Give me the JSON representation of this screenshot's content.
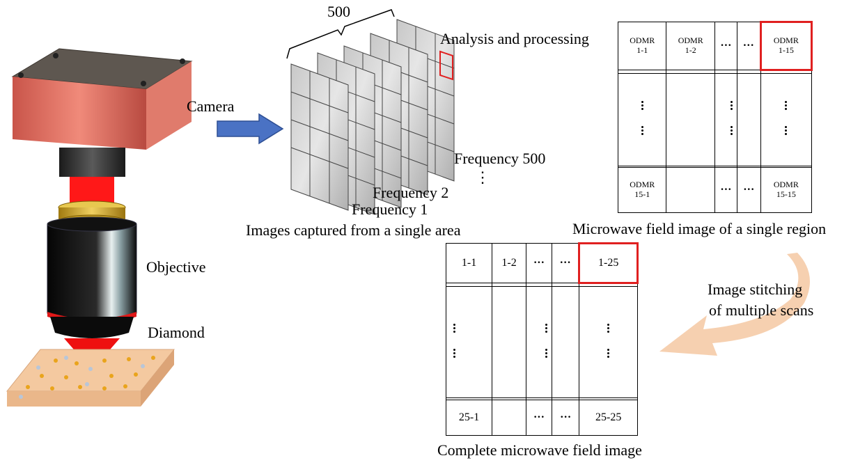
{
  "labels": {
    "camera": "Camera",
    "objective": "Objective",
    "diamond": "Diamond",
    "stack_count": "500",
    "analysis": "Analysis and processing",
    "freq_500": "Frequency 500",
    "freq_2": "Frequency 2",
    "freq_1": "Frequency 1",
    "stack_dots": "⋮",
    "images_caption": "Images captured from a single area",
    "region_caption": "Microwave field image of a single region",
    "stitching_line1": "Image stitching",
    "stitching_line2": "of multiple scans",
    "complete_caption": "Complete microwave field image"
  },
  "odmr_grid": {
    "c11": "ODMR\n1-1",
    "c12": "ODMR\n1-2",
    "c115": "ODMR\n1-15",
    "c151": "ODMR\n15-1",
    "c1515": "ODMR\n15-15",
    "ellipsis": "···"
  },
  "full_grid": {
    "c11": "1-1",
    "c12": "1-2",
    "c125": "1-25",
    "c251": "25-1",
    "c2525": "25-25",
    "ellipsis": "···"
  },
  "colors": {
    "highlight": "#e02020",
    "arrow_blue": "#4a72c4",
    "arrow_peach": "#f5cba7",
    "camera_body": "#d96a5e",
    "laser": "#ff1010"
  }
}
